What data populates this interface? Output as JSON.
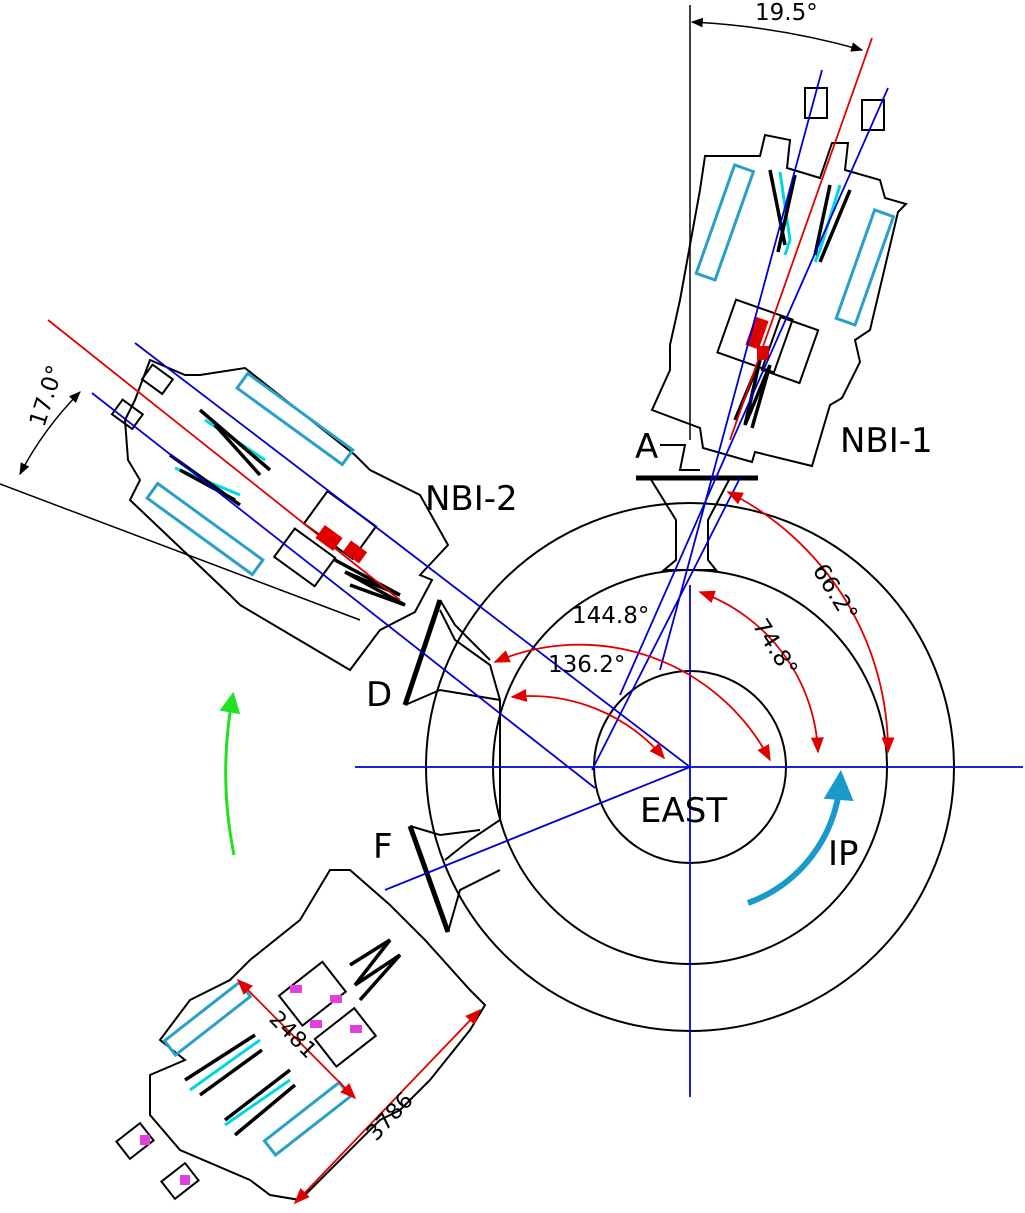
{
  "labels": {
    "center": "EAST",
    "injector1": "NBI-1",
    "injector2": "NBI-2",
    "port_a": "A",
    "port_d": "D",
    "port_f": "F",
    "plasma_current": "IP"
  },
  "angles": {
    "nbi1_tilt": "19.5°",
    "nbi2_tilt": "17.0°",
    "a_angle": "66.2°",
    "a_inner_angle": "74.8°",
    "d_angle": "144.8°",
    "d_inner_angle": "136.2°"
  },
  "dimensions": {
    "inner_length": "2481",
    "outer_length": "3786"
  },
  "colors": {
    "beam_line": "#0000d0",
    "center_line": "#e00000",
    "outline": "#000000",
    "current_arrow": "#1a9ac8",
    "rotation_arrow": "#22e022",
    "magnet": "#2aa0c8"
  }
}
